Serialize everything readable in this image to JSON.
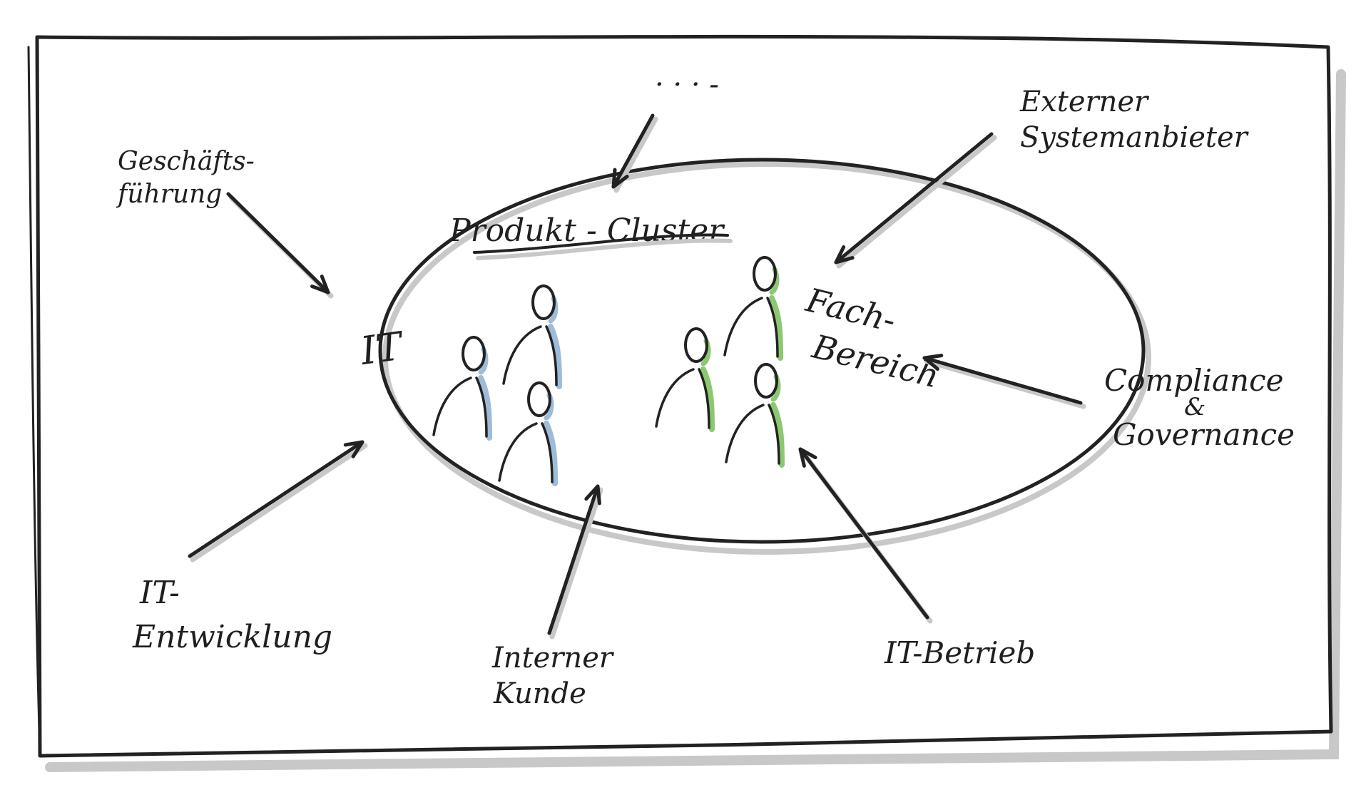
{
  "diagram": {
    "top_ellipsis": "· · ·  -",
    "cluster_title": "Produkt - Cluster",
    "inner_labels": {
      "it": "IT",
      "fach_line1": "Fach-",
      "fach_line2": "Bereich"
    },
    "stakeholders": {
      "geschaeftsfuehrung": [
        "Geschäfts-",
        "führung"
      ],
      "externer_systemanbieter": [
        "Externer",
        "Systemanbieter"
      ],
      "compliance": [
        "Compliance",
        "&",
        "Governance"
      ],
      "it_betrieb": [
        "IT-Betrieb"
      ],
      "interner_kunde": [
        "Interner",
        "Kunde"
      ],
      "it_entwicklung": [
        "IT-",
        "Entwicklung"
      ]
    }
  },
  "colors": {
    "ink": "#222222",
    "shadow": "#c8c8c8",
    "it_people_accent": "#9dbcd8",
    "business_people_accent": "#8cc870"
  }
}
